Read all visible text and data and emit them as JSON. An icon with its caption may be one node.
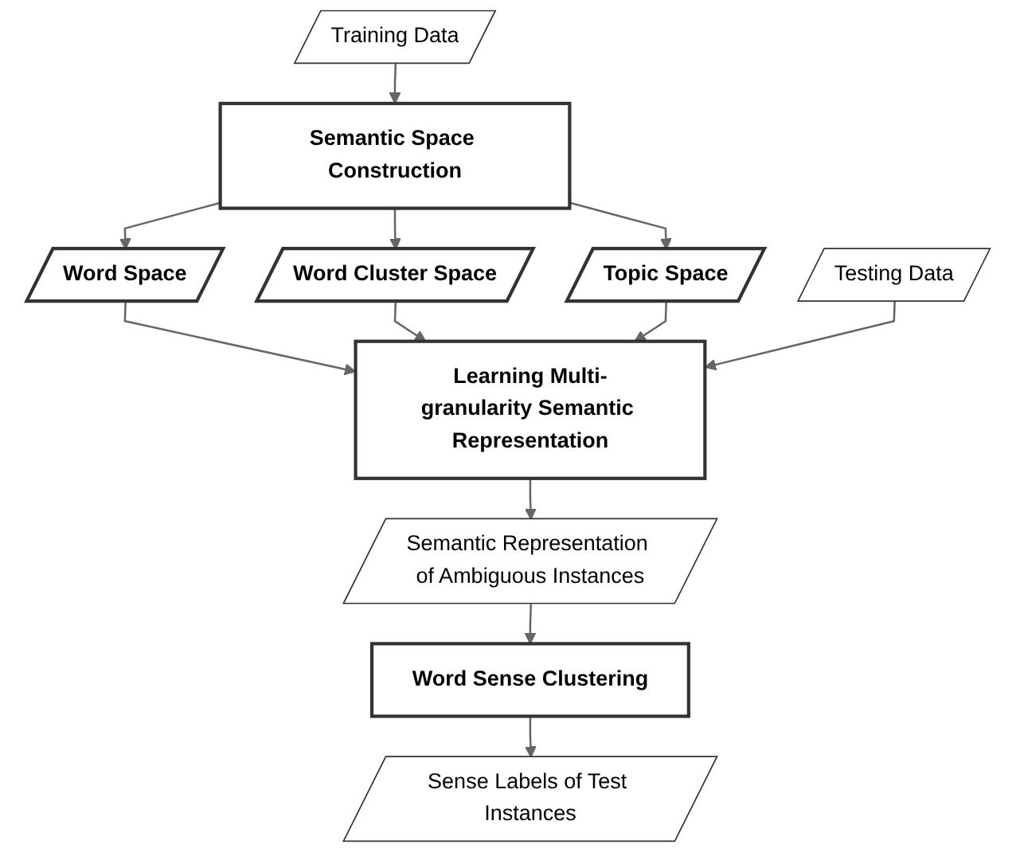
{
  "diagram": {
    "nodes": [
      {
        "text": [
          "Training Data"
        ]
      },
      {
        "text": [
          "Semantic Space Construction"
        ]
      },
      {
        "text": [
          "Word Space"
        ]
      },
      {
        "text": [
          "Word Cluster Space"
        ]
      },
      {
        "text": [
          "Topic Space"
        ]
      },
      {
        "text": [
          "Testing Data"
        ]
      },
      {
        "text": [
          "Learning Multi-granularity Semantic Representation"
        ]
      },
      {
        "text": [
          "Semantic Representation of Ambiguous Instances"
        ]
      },
      {
        "text": [
          "Word Sense Clustering"
        ]
      },
      {
        "text": [
          "Sense Labels of Test Instances"
        ]
      }
    ],
    "edges": [
      {
        "from": 0,
        "to": 1,
        "arrow": "to"
      },
      {
        "from": 1,
        "to": 2,
        "arrow": "to"
      },
      {
        "from": 1,
        "to": 3,
        "arrow": "to"
      },
      {
        "from": 1,
        "to": 4,
        "arrow": "to"
      },
      {
        "from": 2,
        "to": 6,
        "arrow": "to"
      },
      {
        "from": 3,
        "to": 6,
        "arrow": "to"
      },
      {
        "from": 4,
        "to": 6,
        "arrow": "to"
      },
      {
        "from": 5,
        "to": 6,
        "arrow": "to"
      },
      {
        "from": 6,
        "to": 7,
        "arrow": "to"
      },
      {
        "from": 7,
        "to": 8,
        "arrow": "to"
      },
      {
        "from": 8,
        "to": 9,
        "arrow": "to"
      }
    ]
  }
}
